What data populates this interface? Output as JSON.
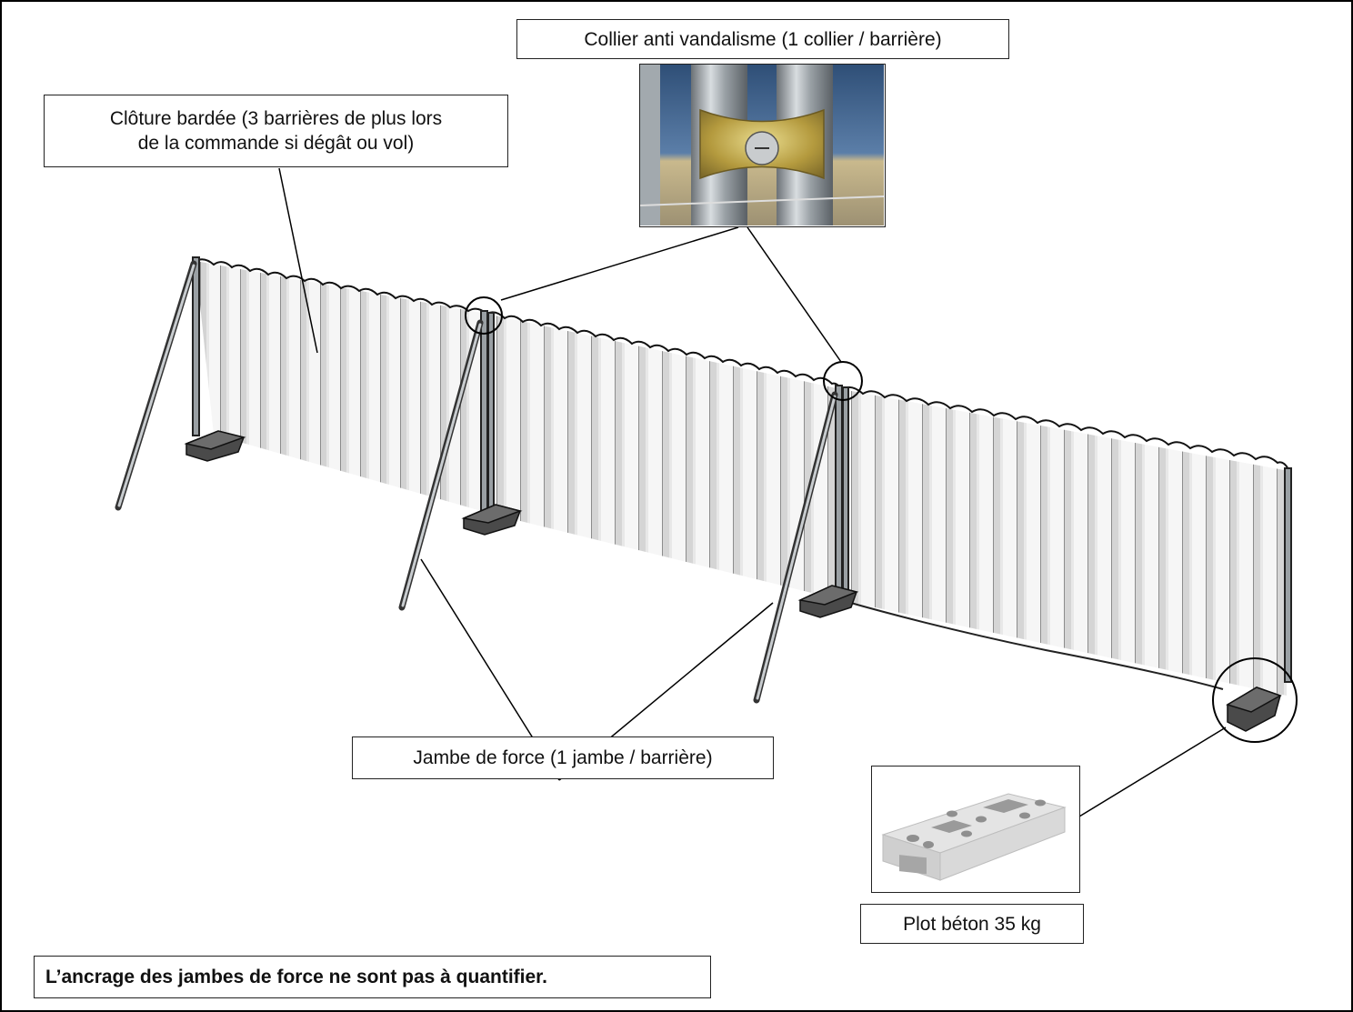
{
  "labels": {
    "collar": "Collier anti vandalisme (1 collier / barrière)",
    "fence_line1": "Clôture bardée (3 barrières de plus lors",
    "fence_line2": "de la commande si dégât ou vol)",
    "brace": "Jambe de force (1 jambe / barrière)",
    "block": "Plot béton 35 kg",
    "note": "L’ancrage des jambes de force ne sont pas à quantifier."
  },
  "colors": {
    "line": "#000000",
    "sheet_light": "#f4f4f4",
    "sheet_shade": "#c9c9c9",
    "concrete_dark": "#3a3a3a",
    "steel": "#8a8f93",
    "collar_brass": "#b8a24a",
    "photo_bg": "#3d5f86"
  },
  "icons": {
    "collar_photo": "clamp-photo",
    "block_photo": "concrete-block-photo"
  }
}
